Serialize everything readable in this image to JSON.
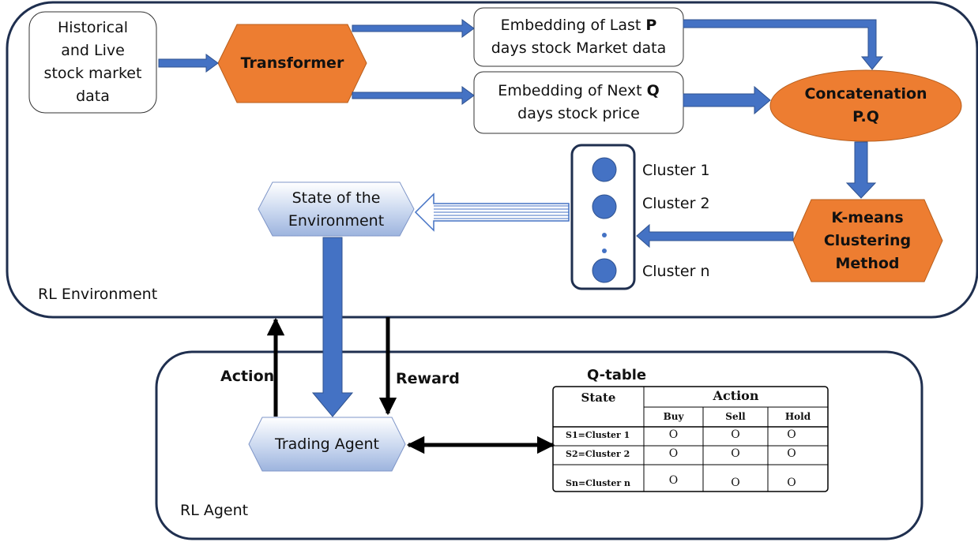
{
  "environment": {
    "label": "RL Environment",
    "historical_lines": [
      "Historical",
      "and Live",
      "stock market",
      "data"
    ],
    "transformer": "Transformer",
    "embed_p_prefix": "Embedding of Last ",
    "embed_p_var": "P",
    "embed_p_suffix": "days stock Market data",
    "embed_q_prefix": "Embedding of Next ",
    "embed_q_var": "Q",
    "embed_q_suffix": "days stock price",
    "concat_line1": "Concatenation",
    "concat_line2": "P.Q",
    "kmeans_lines": [
      "K-means",
      "Clustering",
      "Method"
    ],
    "clusters": [
      "Cluster 1",
      "Cluster 2",
      "Cluster n"
    ],
    "state_lines": [
      "State of the",
      "Environment"
    ]
  },
  "agent": {
    "label": "RL Agent",
    "trading_agent": "Trading Agent",
    "action_label": "Action",
    "reward_label": "Reward"
  },
  "qtable": {
    "title": "Q-table",
    "state_header": "State",
    "action_header": "Action",
    "actions": [
      "Buy",
      "Sell",
      "Hold"
    ],
    "rows": [
      {
        "state": "S1=Cluster 1",
        "values": [
          "O",
          "O",
          "O"
        ]
      },
      {
        "state": "S2=Cluster 2",
        "values": [
          "O",
          "O",
          "O"
        ]
      },
      {
        "state": "Sn=Cluster n",
        "values": [
          "O",
          "O",
          "O"
        ]
      }
    ]
  },
  "colors": {
    "orange": "#ED7D31",
    "blue_arrow": "#4472C4",
    "dark_border": "#1F2F4F",
    "cluster_dot": "#4472C4"
  }
}
